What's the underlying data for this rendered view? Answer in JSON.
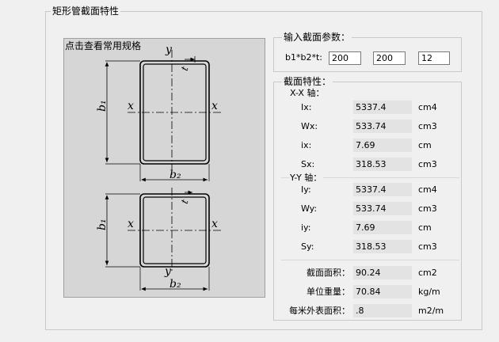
{
  "group_title": "矩形管截面特性",
  "drawing": {
    "link_text": "点击查看常用规格",
    "top_figure": {
      "y": "y",
      "t": "t",
      "x_left": "x",
      "x_right": "x",
      "b1": "b₁",
      "b2": "b₂"
    },
    "bottom_figure": {
      "y": "y",
      "t": "t",
      "x_left": "x",
      "x_right": "x",
      "b1": "b₁",
      "b2": "b₂"
    }
  },
  "input": {
    "title": "输入截面参数：",
    "label": "b1*b2*t:",
    "b1": "200",
    "b2": "200",
    "t": "12"
  },
  "props": {
    "title": "截面特性：",
    "xx": {
      "title": "X-X 轴：",
      "rows": [
        {
          "label": "Ix:",
          "value": "5337.4",
          "unit": "cm4"
        },
        {
          "label": "Wx:",
          "value": "533.74",
          "unit": "cm3"
        },
        {
          "label": "ix:",
          "value": "7.69",
          "unit": "cm"
        },
        {
          "label": "Sx:",
          "value": "318.53",
          "unit": "cm3"
        }
      ]
    },
    "yy": {
      "title": "Y-Y 轴：",
      "rows": [
        {
          "label": "Iy:",
          "value": "5337.4",
          "unit": "cm4"
        },
        {
          "label": "Wy:",
          "value": "533.74",
          "unit": "cm3"
        },
        {
          "label": "iy:",
          "value": "7.69",
          "unit": "cm"
        },
        {
          "label": "Sy:",
          "value": "318.53",
          "unit": "cm3"
        }
      ]
    },
    "area": {
      "label": "截面面积：",
      "value": "90.24",
      "unit": "cm2"
    },
    "weight": {
      "label": "单位重量：",
      "value": "70.84",
      "unit": "kg/m"
    },
    "surface": {
      "label": "每米外表面积：",
      "value": ".8",
      "unit": "m2/m"
    }
  }
}
